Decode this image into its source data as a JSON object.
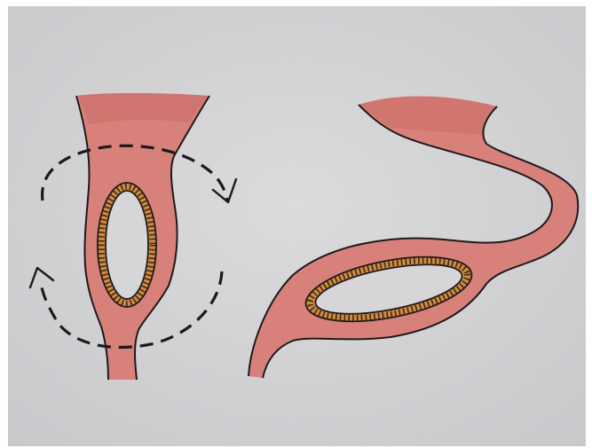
{
  "colors": {
    "frame": "#ffffff",
    "paper": "#d6d6d8",
    "tissue_fill": "#d8817a",
    "tissue_dark": "#c96a64",
    "outline": "#1e1a1c",
    "mucosa_band": "#d28a3c",
    "mucosa_stripe": "#3a2a20",
    "dash": "#1b1b1d"
  },
  "figures": [
    {
      "id": "left",
      "name": "straight-segment-with-rotation-arrows"
    },
    {
      "id": "right",
      "name": "rotated-curved-segment"
    }
  ]
}
